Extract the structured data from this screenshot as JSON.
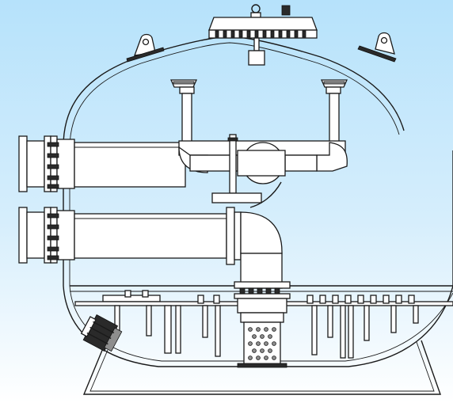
{
  "diagram": {
    "colors": {
      "background_top": "#b6e2fb",
      "background_bottom": "#ffffff",
      "line": "#1a1a1a",
      "fill": "#ffffff",
      "dark_part": "#2a2a2a"
    },
    "components": [
      "tank-shell",
      "top-manhole-cover",
      "lifting-lugs",
      "upper-laterals",
      "inlet-flange",
      "outlet-flange",
      "inlet-pipe",
      "outlet-pipe",
      "central-collector",
      "nozzle-plate",
      "strainer-basket",
      "drain-valve",
      "support-skirt"
    ]
  }
}
